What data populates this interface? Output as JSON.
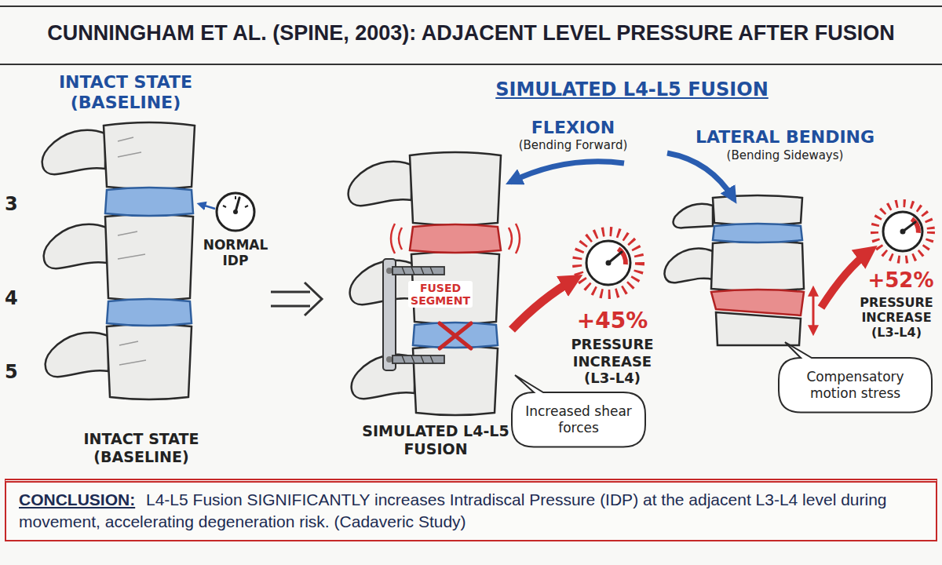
{
  "diagram": {
    "title": "CUNNINGHAM ET AL. (SPINE, 2003): ADJACENT LEVEL PRESSURE AFTER FUSION",
    "nodes": [
      {
        "text": [
          "Increased shear forces"
        ]
      },
      {
        "text": [
          "Compensatory motion stress"
        ]
      },
      {
        "text": [
          "CONCLUSION:",
          "L4-L5 Fusion SIGNIFICANTLY increases Intradiscal Pressure (IDP) at the adjacent L3-L4 level during movement, accelerating degeneration risk. (Cadaveric Study)"
        ]
      }
    ],
    "labels": [
      "INTACT STATE (BASELINE)",
      "3",
      "4",
      "5",
      "NORMAL IDP",
      "INTACT STATE (BASELINE)",
      "SIMULATED L4-L5 FUSION",
      "FLEXION",
      "(Bending Forward)",
      "LATERAL BENDING",
      "(Bending Sideways)",
      "FUSED SEGMENT",
      "+45%",
      "PRESSURE INCREASE (L3-L4)",
      "+52%",
      "PRESSURE INCREASE (L3-L4)",
      "SIMULATED L4-L5 FUSION"
    ]
  }
}
